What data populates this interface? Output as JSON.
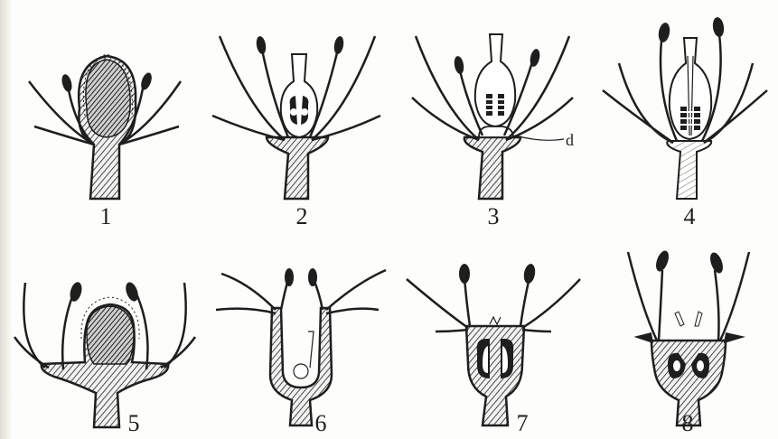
{
  "figure": {
    "labels": [
      "1",
      "2",
      "3",
      "4",
      "5",
      "6",
      "7",
      "8"
    ],
    "annotation": "d",
    "colors": {
      "ink": "#1e1e1e",
      "paper": "#fdfdfb"
    }
  }
}
